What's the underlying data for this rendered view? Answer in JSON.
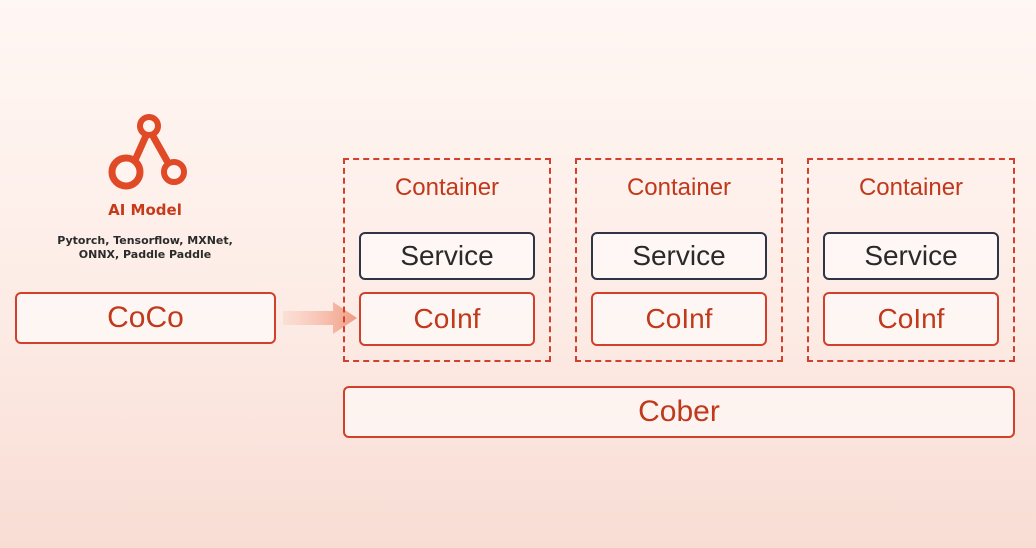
{
  "ai_model": {
    "icon": "model-graph-icon",
    "title": "AI Model",
    "frameworks_line1": "Pytorch, Tensorflow, MXNet,",
    "frameworks_line2": "ONNX, Paddle Paddle"
  },
  "coco": {
    "label": "CoCo"
  },
  "arrow": {
    "icon": "arrow-right-icon"
  },
  "containers": [
    {
      "label": "Container",
      "service": "Service",
      "coinf": "CoInf"
    },
    {
      "label": "Container",
      "service": "Service",
      "coinf": "CoInf"
    },
    {
      "label": "Container",
      "service": "Service",
      "coinf": "CoInf"
    }
  ],
  "cober": {
    "label": "Cober"
  },
  "colors": {
    "accent": "#d0402a",
    "text_dark": "#2a2a2a",
    "service_border": "#2f3447"
  }
}
